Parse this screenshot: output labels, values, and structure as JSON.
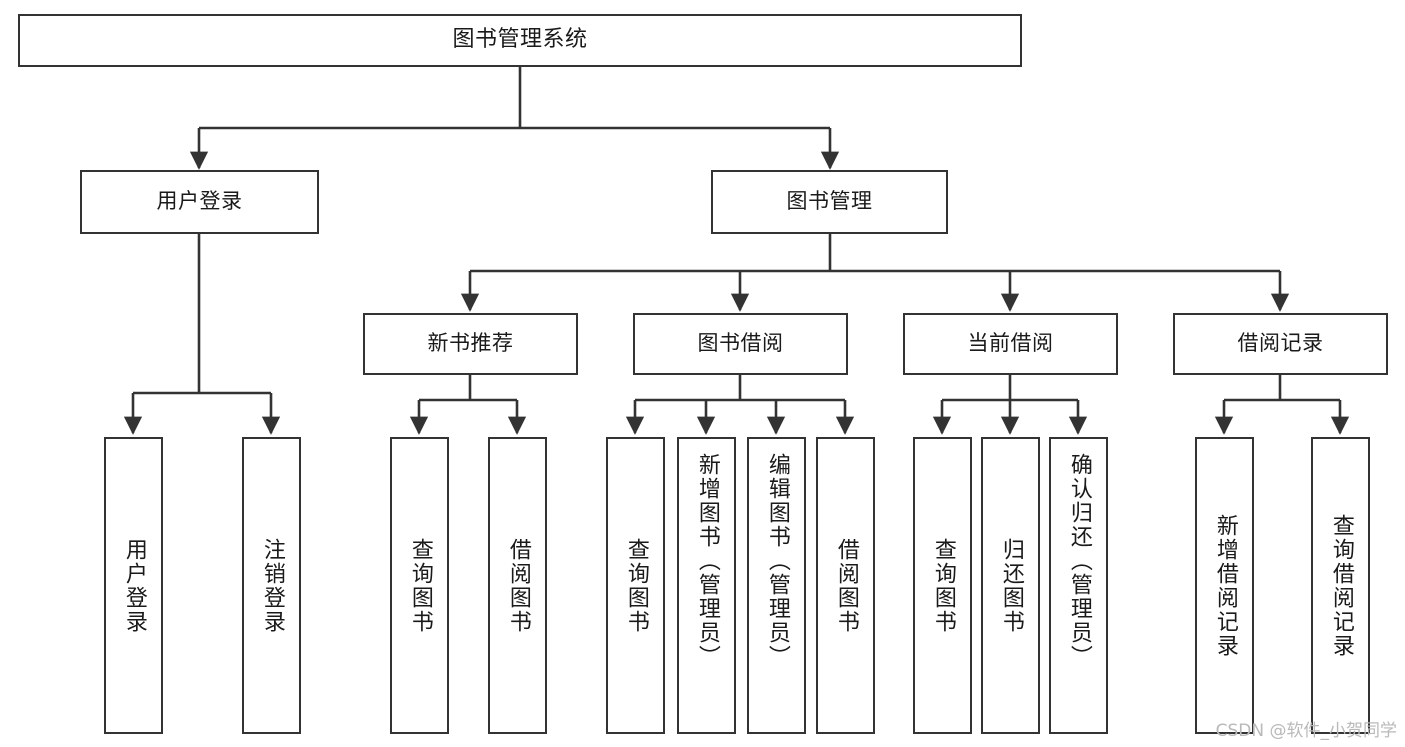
{
  "diagram": {
    "title": "图书管理系统",
    "type": "tree",
    "watermark": "CSDN @软件_小贺同学",
    "colors": {
      "box_border": "#333333",
      "box_fill": "#ffffff",
      "connector": "#333333",
      "text": "#1a1a1a",
      "watermark": "#b9b9b9"
    },
    "root": {
      "label": "图书管理系统"
    },
    "tier1": [
      {
        "label": "用户登录"
      },
      {
        "label": "图书管理"
      }
    ],
    "tier2": [
      {
        "label": "新书推荐"
      },
      {
        "label": "图书借阅"
      },
      {
        "label": "当前借阅"
      },
      {
        "label": "借阅记录"
      }
    ],
    "leaves": {
      "user_login": [
        {
          "label": "用户登录"
        },
        {
          "label": "注销登录"
        }
      ],
      "new_book_recommend": [
        {
          "label": "查询图书"
        },
        {
          "label": "借阅图书"
        }
      ],
      "book_borrow": [
        {
          "label": "查询图书"
        },
        {
          "label": "新增图书（管理员）"
        },
        {
          "label": "编辑图书（管理员）"
        },
        {
          "label": "借阅图书"
        }
      ],
      "current_borrow": [
        {
          "label": "查询图书"
        },
        {
          "label": "归还图书"
        },
        {
          "label": "确认归还（管理员）"
        }
      ],
      "borrow_record": [
        {
          "label": "新增借阅记录"
        },
        {
          "label": "查询借阅记录"
        }
      ]
    }
  }
}
